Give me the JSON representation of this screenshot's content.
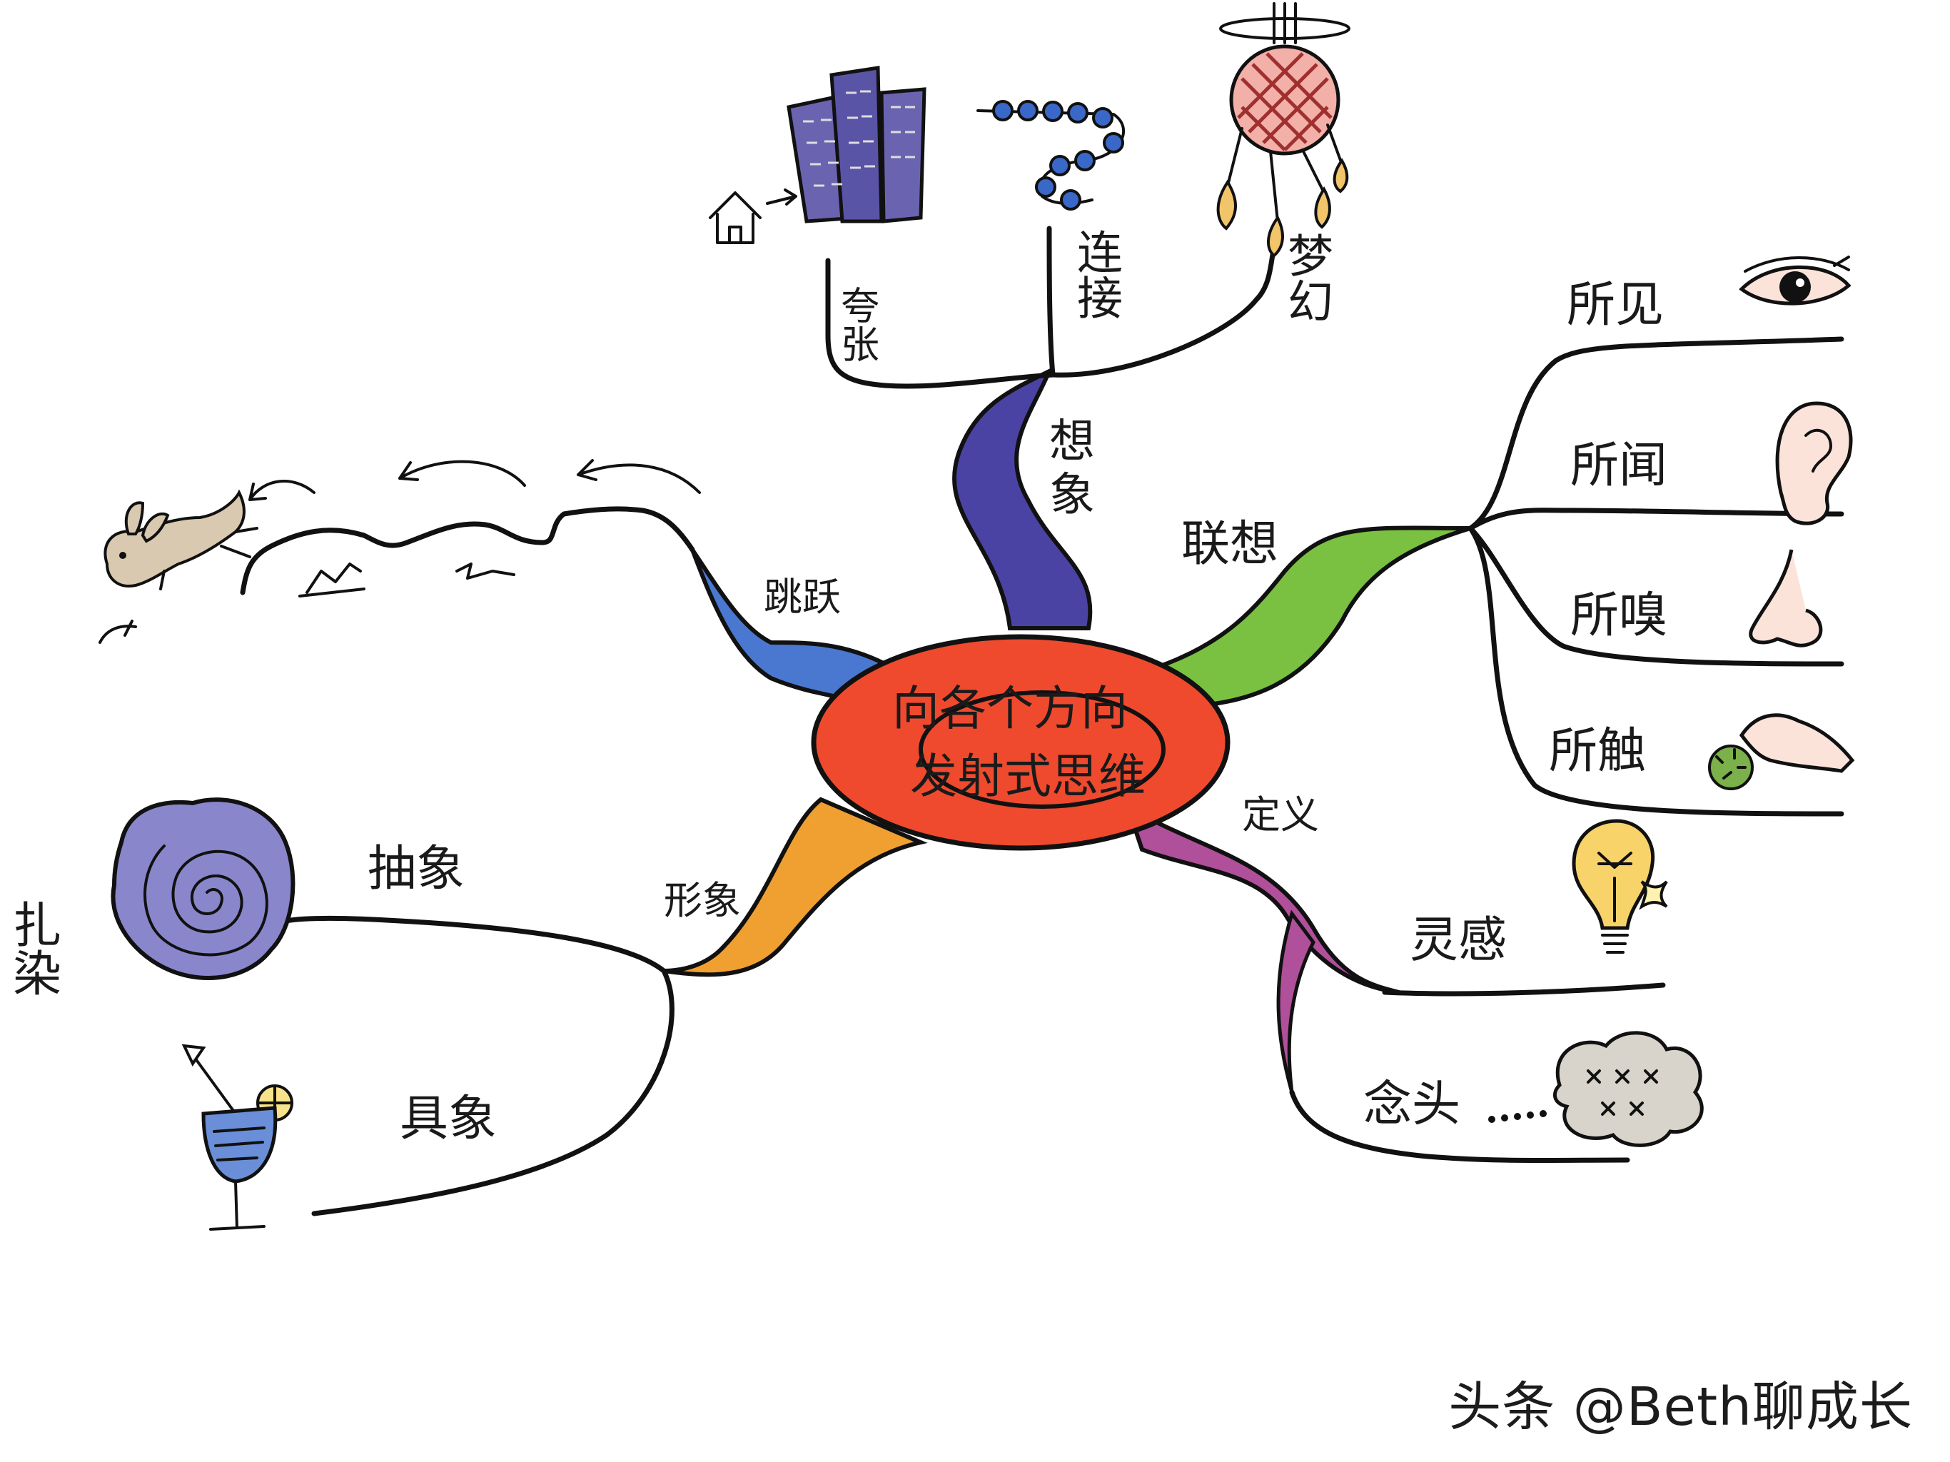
{
  "center": {
    "line1": "向各个方向",
    "line2": "发射式思维"
  },
  "branches": {
    "imagine": {
      "label": "想象",
      "color": "#4a43a3",
      "children": [
        "夸张",
        "连接",
        "梦幻"
      ]
    },
    "associate": {
      "label": "联想",
      "color": "#7ac142",
      "children": [
        "所见",
        "所闻",
        "所嗅",
        "所触"
      ]
    },
    "define": {
      "label": "定义",
      "color": "#b0509a",
      "children": [
        "灵感",
        "念头"
      ]
    },
    "form": {
      "label": "形象",
      "color": "#f0a030",
      "children": [
        "抽象",
        "具象",
        "扎染"
      ]
    },
    "jump": {
      "label": "跳跃",
      "color": "#4a78d0"
    }
  },
  "colors": {
    "center_fill": "#ef4a2e",
    "outline": "#111111"
  },
  "icons": [
    "house-icon",
    "buildings-icon",
    "bead-chain-icon",
    "dreamcatcher-icon",
    "eye-icon",
    "ear-icon",
    "nose-icon",
    "hand-touch-icon",
    "lightbulb-icon",
    "sparkle-icon",
    "thought-cloud-icon",
    "rose-icon",
    "cocktail-icon",
    "rabbit-icon"
  ],
  "watermark": "头条 @Beth聊成长"
}
